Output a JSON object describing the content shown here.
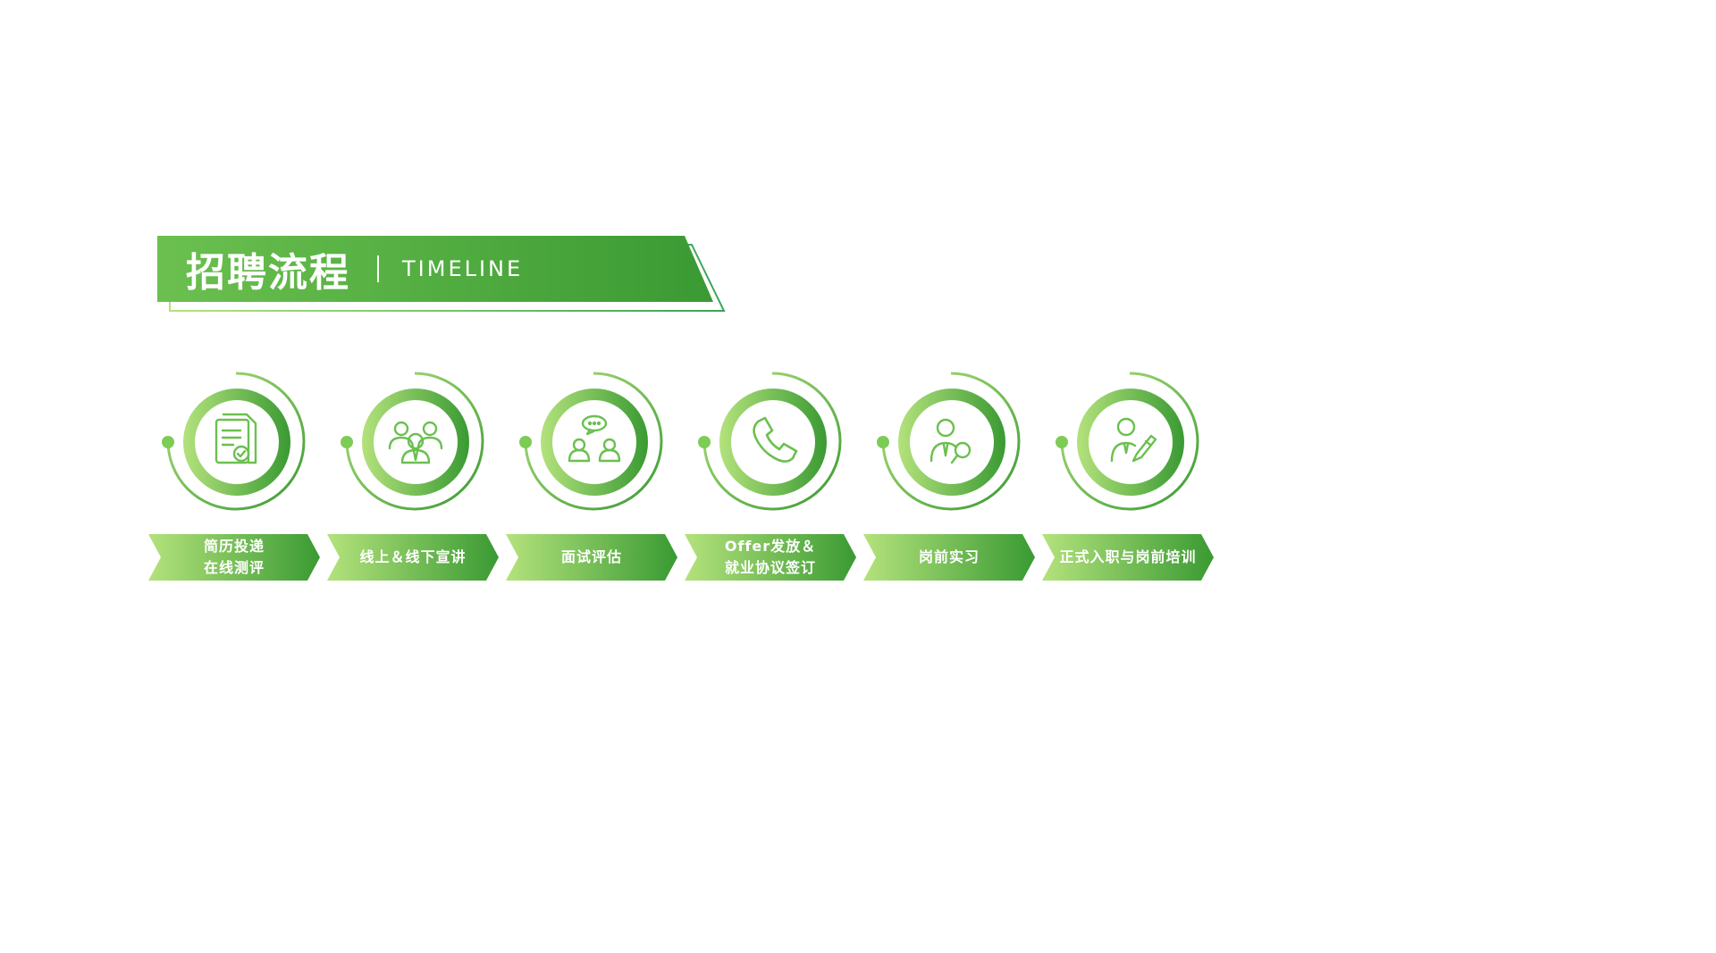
{
  "header": {
    "title": "招聘流程",
    "subtitle": "TIMELINE"
  },
  "colors": {
    "green_dark": "#3a9a33",
    "green_mid": "#5cb84a",
    "green_light": "#b4e27c",
    "white": "#ffffff"
  },
  "steps": [
    {
      "icon": "document-check-icon",
      "label": "简历投递\n在线测评"
    },
    {
      "icon": "group-people-icon",
      "label": "线上＆线下宣讲"
    },
    {
      "icon": "interview-chat-icon",
      "label": "面试评估"
    },
    {
      "icon": "phone-icon",
      "label": "Offer发放＆\n就业协议签订"
    },
    {
      "icon": "person-search-icon",
      "label": "岗前实习"
    },
    {
      "icon": "person-edit-icon",
      "label": "正式入职与岗前培训"
    }
  ]
}
